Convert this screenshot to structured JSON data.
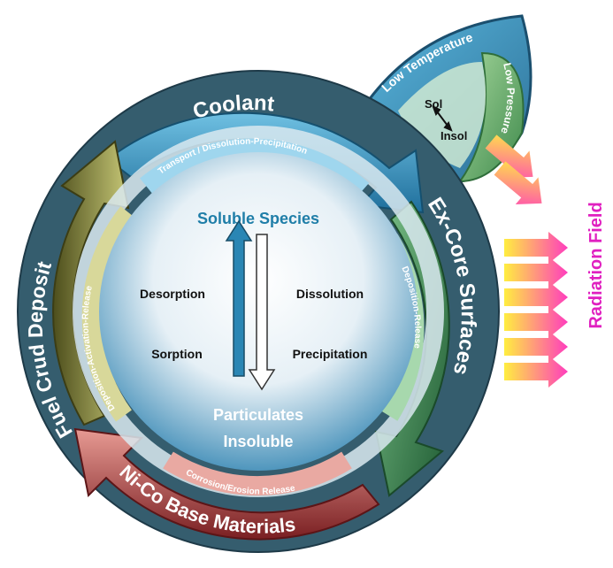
{
  "segments": {
    "coolant": {
      "title": "Coolant",
      "subtitle": "Transport / Dissolution-Precipitation",
      "color": "#2a86b4"
    },
    "ex_core": {
      "title": "Ex-Core Surfaces",
      "subtitle": "Deposition-Release",
      "color": "#4a9a58"
    },
    "materials": {
      "title": "Ni-Co Base Materials",
      "subtitle": "Corrosion/Erosion Release",
      "color": "#b84040"
    },
    "fuel_crud": {
      "title": "Fuel Crud Deposit",
      "subtitle": "Deposition-Activation-Release",
      "color": "#8a8e3a"
    }
  },
  "center": {
    "top_label": "Soluble Species",
    "bottom_label_1": "Particulates",
    "bottom_label_2": "Insoluble",
    "left_top": "Desorption",
    "left_bottom": "Sorption",
    "right_top": "Dissolution",
    "right_bottom": "Precipitation"
  },
  "side_lobe": {
    "outer_label": "Low Temperature",
    "inner_label": "Low Pressure",
    "sol": "Sol",
    "insol": "Insol"
  },
  "radiation_field": {
    "label": "Radiation Field",
    "color": "#e020c0"
  }
}
